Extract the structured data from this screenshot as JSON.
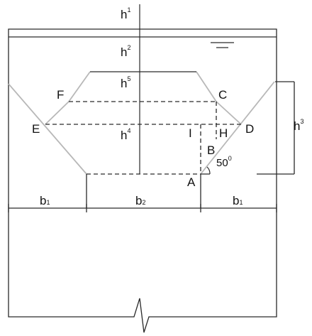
{
  "colors": {
    "line": "#2a2a2a",
    "slope": "#b8b8b8",
    "dashed": "#2a2a2a",
    "background": "#ffffff"
  },
  "labels": {
    "h1": {
      "main": "h",
      "sub": "1"
    },
    "h2": {
      "main": "h",
      "sub": "2"
    },
    "h3": {
      "main": "h",
      "sub": "3"
    },
    "h4": {
      "main": "h",
      "sub": "4"
    },
    "h5": {
      "main": "h",
      "sub": "5"
    },
    "b1_left": {
      "main": "b",
      "sub": "1"
    },
    "b2": {
      "main": "b",
      "sub": "2"
    },
    "b1_right": {
      "main": "b",
      "sub": "1"
    },
    "points": {
      "A": "A",
      "B": "B",
      "C": "C",
      "D": "D",
      "E": "E",
      "F": "F",
      "H": "H",
      "I": "I"
    },
    "angle": {
      "value": "50",
      "unit": "0"
    }
  }
}
